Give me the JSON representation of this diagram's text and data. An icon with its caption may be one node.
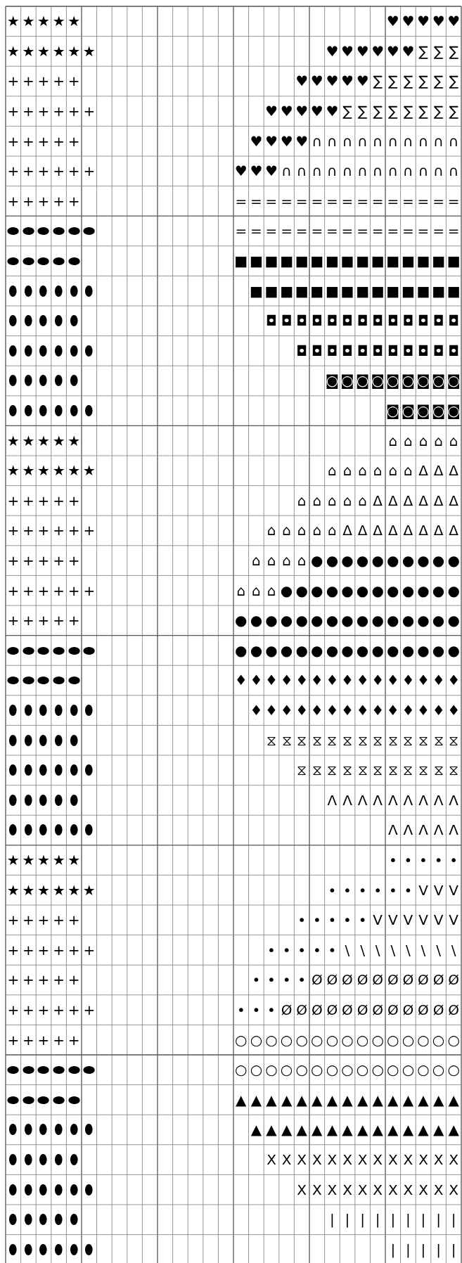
{
  "diagram": {
    "labels": [
      "★",
      "★",
      "★",
      "★",
      "★",
      "♥",
      "♥",
      "♥",
      "♥",
      "♥",
      "★",
      "★",
      "★",
      "★",
      "★",
      "★",
      "♥",
      "♥",
      "♥",
      "♥",
      "♥",
      "♥",
      "∑",
      "∑",
      "∑",
      "+",
      "+",
      "+",
      "+",
      "+",
      "♥",
      "♥",
      "♥",
      "♥",
      "♥",
      "∑",
      "∑",
      "∑",
      "∑",
      "∑",
      "∑",
      "+",
      "+",
      "+",
      "+",
      "+",
      "+",
      "♥",
      "♥",
      "♥",
      "♥",
      "♥",
      "∑",
      "∑",
      "∑",
      "∑",
      "∑",
      "∑",
      "∑",
      "∑",
      "+",
      "+",
      "+",
      "+",
      "+",
      "♥",
      "♥",
      "♥",
      "♥",
      "∩",
      "∩",
      "∩",
      "∩",
      "∩",
      "∩",
      "∩",
      "∩",
      "∩",
      "∩",
      "+",
      "+",
      "+",
      "+",
      "+",
      "+",
      "♥",
      "♥",
      "♥",
      "∩",
      "∩",
      "∩",
      "∩",
      "∩",
      "∩",
      "∩",
      "∩",
      "∩",
      "∩",
      "∩",
      "∩",
      "+",
      "+",
      "+",
      "+",
      "+",
      "=",
      "=",
      "=",
      "=",
      "=",
      "=",
      "=",
      "=",
      "=",
      "=",
      "=",
      "=",
      "=",
      "=",
      "=",
      "⬬",
      "⬬",
      "⬬",
      "⬬",
      "⬬",
      "⬬",
      "=",
      "=",
      "=",
      "=",
      "=",
      "=",
      "=",
      "=",
      "=",
      "=",
      "=",
      "=",
      "=",
      "=",
      "=",
      "⬬",
      "⬬",
      "⬬",
      "⬬",
      "⬬",
      "■",
      "■",
      "■",
      "■",
      "■",
      "■",
      "■",
      "■",
      "■",
      "■",
      "■",
      "■",
      "■",
      "■",
      "■",
      "⬮",
      "⬮",
      "⬮",
      "⬮",
      "⬮",
      "⬮",
      "■",
      "■",
      "■",
      "■",
      "■",
      "■",
      "■",
      "■",
      "■",
      "■",
      "■",
      "■",
      "■",
      "■",
      "⬮",
      "⬮",
      "⬮",
      "⬮",
      "⬮",
      "◘",
      "◘",
      "◘",
      "◘",
      "◘",
      "◘",
      "◘",
      "◘",
      "◘",
      "◘",
      "◘",
      "◘",
      "◘",
      "⬮",
      "⬮",
      "⬮",
      "⬮",
      "⬮",
      "⬮",
      "◘",
      "◘",
      "◘",
      "◘",
      "◘",
      "◘",
      "◘",
      "◘",
      "◘",
      "◘",
      "◘",
      "⬮",
      "⬮",
      "⬮",
      "⬮",
      "⬮",
      "◙",
      "◙",
      "◙",
      "◙",
      "◙",
      "◙",
      "◙",
      "◙",
      "◙",
      "⬮",
      "⬮",
      "⬮",
      "⬮",
      "⬮",
      "⬮",
      "◙",
      "◙",
      "◙",
      "◙",
      "◙",
      "★",
      "★",
      "★",
      "★",
      "★",
      "⌂",
      "⌂",
      "⌂",
      "⌂",
      "⌂",
      "★",
      "★",
      "★",
      "★",
      "★",
      "★",
      "⌂",
      "⌂",
      "⌂",
      "⌂",
      "⌂",
      "⌂",
      "Δ",
      "Δ",
      "Δ",
      "+",
      "+",
      "+",
      "+",
      "+",
      "⌂",
      "⌂",
      "⌂",
      "⌂",
      "⌂",
      "Δ",
      "Δ",
      "Δ",
      "Δ",
      "Δ",
      "Δ",
      "+",
      "+",
      "+",
      "+",
      "+",
      "+",
      "⌂",
      "⌂",
      "⌂",
      "⌂",
      "⌂",
      "Δ",
      "Δ",
      "Δ",
      "Δ",
      "Δ",
      "Δ",
      "Δ",
      "Δ",
      "+",
      "+",
      "+",
      "+",
      "+",
      "⌂",
      "⌂",
      "⌂",
      "⌂",
      "●",
      "●",
      "●",
      "●",
      "●",
      "●",
      "●",
      "●",
      "●",
      "●",
      "+",
      "+",
      "+",
      "+",
      "+",
      "+",
      "⌂",
      "⌂",
      "⌂",
      "●",
      "●",
      "●",
      "●",
      "●",
      "●",
      "●",
      "●",
      "●",
      "●",
      "●",
      "●",
      "+",
      "+",
      "+",
      "+",
      "+",
      "●",
      "●",
      "●",
      "●",
      "●",
      "●",
      "●",
      "●",
      "●",
      "●",
      "●",
      "●",
      "●",
      "●",
      "●",
      "⬬",
      "⬬",
      "⬬",
      "⬬",
      "⬬",
      "⬬",
      "●",
      "●",
      "●",
      "●",
      "●",
      "●",
      "●",
      "●",
      "●",
      "●",
      "●",
      "●",
      "●",
      "●",
      "●",
      "⬬",
      "⬬",
      "⬬",
      "⬬",
      "⬬",
      "♦",
      "♦",
      "♦",
      "♦",
      "♦",
      "♦",
      "♦",
      "♦",
      "♦",
      "♦",
      "♦",
      "♦",
      "♦",
      "♦",
      "♦",
      "⬮",
      "⬮",
      "⬮",
      "⬮",
      "⬮",
      "⬮",
      "♦",
      "♦",
      "♦",
      "♦",
      "♦",
      "♦",
      "♦",
      "♦",
      "♦",
      "♦",
      "♦",
      "♦",
      "♦",
      "♦",
      "⬮",
      "⬮",
      "⬮",
      "⬮",
      "⬮",
      "⧖",
      "⧖",
      "⧖",
      "⧖",
      "⧖",
      "⧖",
      "⧖",
      "⧖",
      "⧖",
      "⧖",
      "⧖",
      "⧖",
      "⧖",
      "⬮",
      "⬮",
      "⬮",
      "⬮",
      "⬮",
      "⬮",
      "⧖",
      "⧖",
      "⧖",
      "⧖",
      "⧖",
      "⧖",
      "⧖",
      "⧖",
      "⧖",
      "⧖",
      "⧖",
      "⬮",
      "⬮",
      "⬮",
      "⬮",
      "⬮",
      "Λ",
      "Λ",
      "Λ",
      "Λ",
      "Λ",
      "Λ",
      "Λ",
      "Λ",
      "Λ",
      "⬮",
      "⬮",
      "⬮",
      "⬮",
      "⬮",
      "⬮",
      "Λ",
      "Λ",
      "Λ",
      "Λ",
      "Λ",
      "★",
      "★",
      "★",
      "★",
      "★",
      "•",
      "•",
      "•",
      "•",
      "•",
      "★",
      "★",
      "★",
      "★",
      "★",
      "★",
      "•",
      "•",
      "•",
      "•",
      "•",
      "•",
      "V",
      "V",
      "V",
      "+",
      "+",
      "+",
      "+",
      "+",
      "•",
      "•",
      "•",
      "•",
      "•",
      "V",
      "V",
      "V",
      "V",
      "V",
      "V",
      "+",
      "+",
      "+",
      "+",
      "+",
      "+",
      "•",
      "•",
      "•",
      "•",
      "•",
      "\\",
      "\\",
      "\\",
      "\\",
      "\\",
      "\\",
      "\\",
      "\\",
      "+",
      "+",
      "+",
      "+",
      "+",
      "•",
      "•",
      "•",
      "•",
      "Ø",
      "Ø",
      "Ø",
      "Ø",
      "Ø",
      "Ø",
      "Ø",
      "Ø",
      "Ø",
      "Ø",
      "+",
      "+",
      "+",
      "+",
      "+",
      "+",
      "•",
      "•",
      "•",
      "Ø",
      "Ø",
      "Ø",
      "Ø",
      "Ø",
      "Ø",
      "Ø",
      "Ø",
      "Ø",
      "Ø",
      "Ø",
      "Ø",
      "+",
      "+",
      "+",
      "+",
      "+",
      "○",
      "○",
      "○",
      "○",
      "○",
      "○",
      "○",
      "○",
      "○",
      "○",
      "○",
      "○",
      "○",
      "○",
      "○",
      "⬬",
      "⬬",
      "⬬",
      "⬬",
      "⬬",
      "⬬",
      "○",
      "○",
      "○",
      "○",
      "○",
      "○",
      "○",
      "○",
      "○",
      "○",
      "○",
      "○",
      "○",
      "○",
      "○",
      "⬬",
      "⬬",
      "⬬",
      "⬬",
      "⬬",
      "▲",
      "▲",
      "▲",
      "▲",
      "▲",
      "▲",
      "▲",
      "▲",
      "▲",
      "▲",
      "▲",
      "▲",
      "▲",
      "▲",
      "▲",
      "⬮",
      "⬮",
      "⬮",
      "⬮",
      "⬮",
      "⬮",
      "▲",
      "▲",
      "▲",
      "▲",
      "▲",
      "▲",
      "▲",
      "▲",
      "▲",
      "▲",
      "▲",
      "▲",
      "▲",
      "▲",
      "⬮",
      "⬮",
      "⬮",
      "⬮",
      "⬮",
      "X",
      "X",
      "X",
      "X",
      "X",
      "X",
      "X",
      "X",
      "X",
      "X",
      "X",
      "X",
      "X",
      "⬮",
      "⬮",
      "⬮",
      "⬮",
      "⬮",
      "⬮",
      "X",
      "X",
      "X",
      "X",
      "X",
      "X",
      "X",
      "X",
      "X",
      "X",
      "X",
      "⬮",
      "⬮",
      "⬮",
      "⬮",
      "⬮",
      "|",
      "|",
      "|",
      "|",
      "|",
      "|",
      "|",
      "|",
      "|",
      "⬮",
      "⬮",
      "⬮",
      "⬮",
      "⬮",
      "⬮",
      "|",
      "|",
      "|",
      "|",
      "|"
    ]
  }
}
